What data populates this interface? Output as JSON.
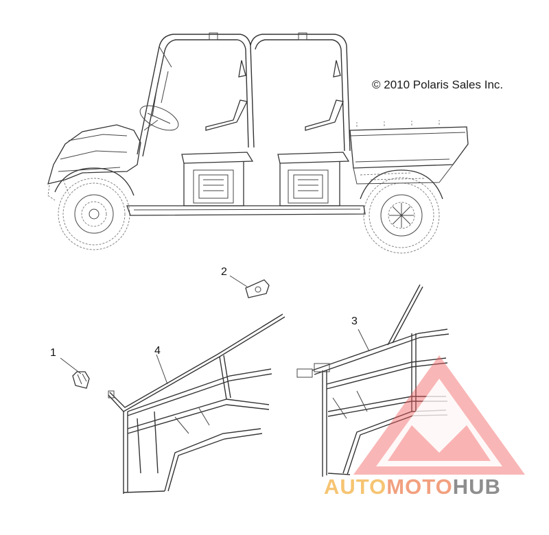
{
  "copyright": "© 2010 Polaris Sales Inc.",
  "callouts": [
    {
      "id": "1",
      "label": "1"
    },
    {
      "id": "2",
      "label": "2"
    },
    {
      "id": "3",
      "label": "3"
    },
    {
      "id": "4",
      "label": "4"
    }
  ],
  "watermark": {
    "part1": "AUTO",
    "part2": "MOTO",
    "part3": "HUB",
    "color_part1": "#f6c472",
    "color_part2": "#f2a07f",
    "color_part3": "#8e8e8e",
    "logo_color": "#f25c5c"
  }
}
